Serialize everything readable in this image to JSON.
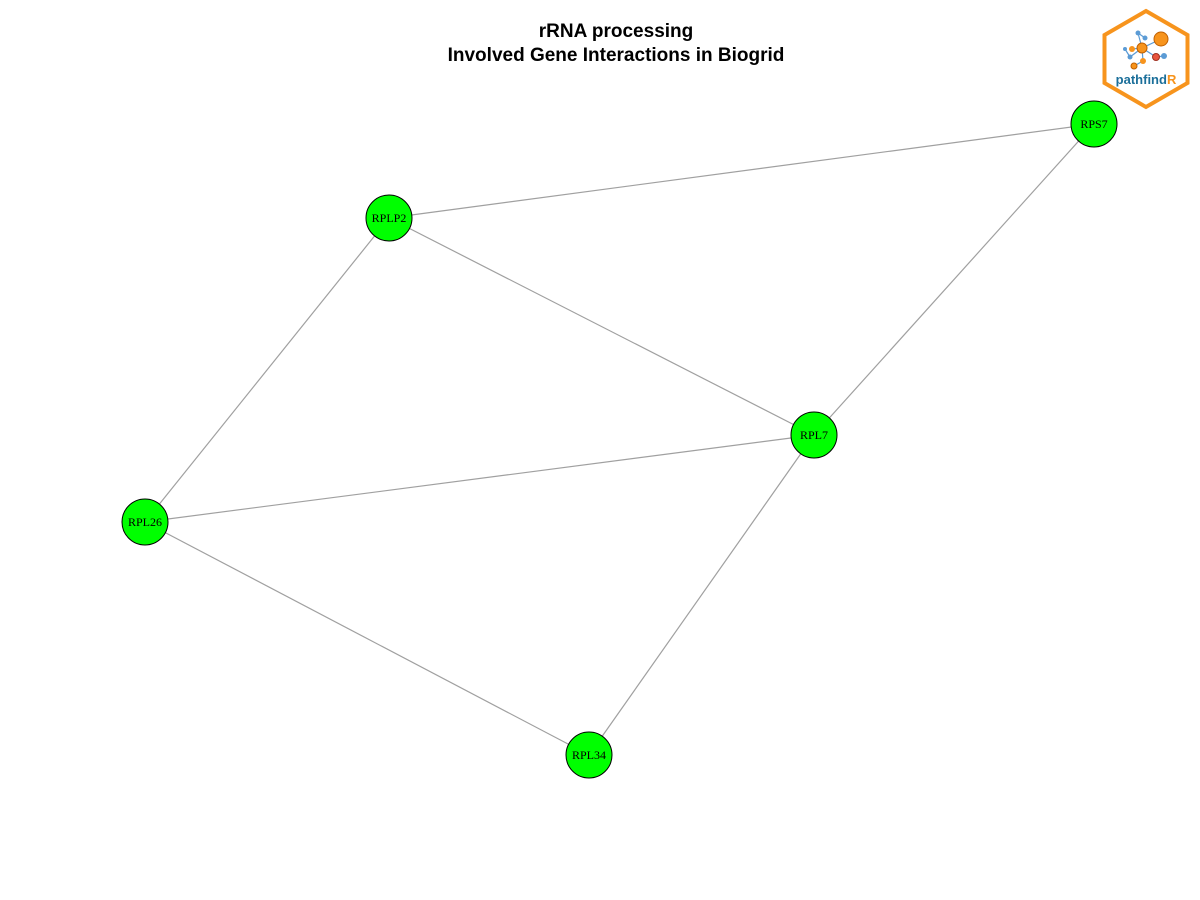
{
  "title": {
    "line1": "rRNA processing",
    "line2": "Involved Gene Interactions in Biogrid"
  },
  "logo": {
    "text_main": "pathfind",
    "text_accent": "R",
    "border_color": "#f7941d",
    "text_color": "#1b6f9a",
    "accent_color": "#f7941d"
  },
  "graph": {
    "node_color": "#00ff00",
    "edge_color": "#a0a0a0",
    "nodes": [
      {
        "id": "RPS7",
        "label": "RPS7"
      },
      {
        "id": "RPLP2",
        "label": "RPLP2"
      },
      {
        "id": "RPL7",
        "label": "RPL7"
      },
      {
        "id": "RPL26",
        "label": "RPL26"
      },
      {
        "id": "RPL34",
        "label": "RPL34"
      }
    ],
    "edges": [
      {
        "source": "RPLP2",
        "target": "RPS7"
      },
      {
        "source": "RPL7",
        "target": "RPS7"
      },
      {
        "source": "RPLP2",
        "target": "RPL7"
      },
      {
        "source": "RPLP2",
        "target": "RPL26"
      },
      {
        "source": "RPL26",
        "target": "RPL7"
      },
      {
        "source": "RPL26",
        "target": "RPL34"
      },
      {
        "source": "RPL34",
        "target": "RPL7"
      }
    ]
  }
}
